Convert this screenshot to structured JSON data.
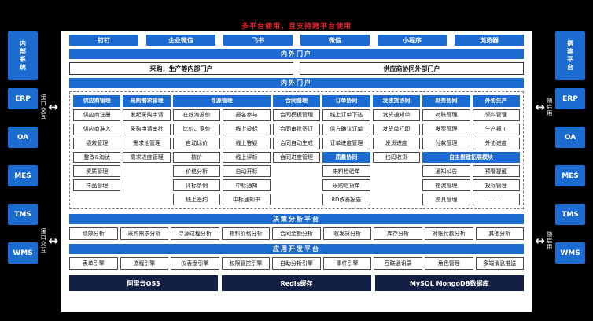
{
  "title": "多平台使用，且支持跨平台使用",
  "icons": {
    "arrow_bidirectional": "↔"
  },
  "colors": {
    "blue": "#1c6bd0",
    "infra_navy": "#131f44",
    "title_red": "#e8202a",
    "background": "#000000"
  },
  "left_panel": {
    "header": "内部系统",
    "systems": [
      "ERP",
      "OA",
      "MES",
      "TMS",
      "WMS"
    ],
    "connector_label": "接口交互"
  },
  "right_panel": {
    "header": "搭建平台",
    "systems": [
      "ERP",
      "OA",
      "MES",
      "TMS",
      "WMS"
    ],
    "connector_label": "随启用"
  },
  "channels": [
    "钉钉",
    "企业微信",
    "飞书",
    "微信",
    "小程序",
    "浏览器"
  ],
  "portal_section": {
    "top_bar": "内外门户",
    "portals": [
      "采购，生产等内部门户",
      "供应商协同外部门户"
    ],
    "bottom_bar": "内外门户"
  },
  "modules_grid": {
    "headers": [
      {
        "label": "供应商管理",
        "span": 1
      },
      {
        "label": "采购需求管理",
        "span": 1
      },
      {
        "label": "寻源管理",
        "span": 2
      },
      {
        "label": "合同管理",
        "span": 1
      },
      {
        "label": "订单协同",
        "span": 1
      },
      {
        "label": "发收货协同",
        "span": 1
      },
      {
        "label": "财务协同",
        "span": 1
      },
      {
        "label": "外协生产",
        "span": 1
      }
    ],
    "rows": [
      [
        "供应商注册",
        "发起采购申请",
        "在线询报价",
        "报名参与",
        "合同模板管理",
        "线上订单下达",
        "发货通知单",
        "对账管理",
        "领料管理"
      ],
      [
        "供应商准入",
        "采购申请审批",
        "比价、竞价",
        "线上投标",
        "合同审批签订",
        "供方确认订单",
        "发货单打印",
        "发票管理",
        "生产报工"
      ],
      [
        "绩效管理",
        "需求池管理",
        "自动比价",
        "线上答疑",
        "合同自动生成",
        "订单进度管理",
        "发货进度",
        "付款管理",
        "外协进度"
      ],
      [
        "整改&淘汰",
        "需求进度管理",
        "核价",
        "线上评标",
        "合同进度管理",
        {
          "h": "质量协同"
        },
        "扫码收货",
        {
          "h": "自主搭建拓展模块",
          "span": 2
        }
      ],
      [
        "资质管理",
        null,
        "价格分析",
        "自动开标",
        null,
        "来料检验单",
        null,
        "通知公告",
        "预警提醒"
      ],
      [
        "样品管理",
        null,
        "评标条例",
        "中标通知",
        null,
        "采购退货单",
        null,
        "物流管理",
        "投标管理"
      ],
      [
        null,
        null,
        "线上签约",
        "中标通知书",
        null,
        "8D改善报告",
        null,
        "模具管理",
        "........."
      ]
    ]
  },
  "decision_platform": {
    "bar": "决策分析平台",
    "items": [
      "绩效分析",
      "采购需求分析",
      "寻源过程分析",
      "物料价格分析",
      "合同金额分析",
      "收发货分析",
      "库存分析",
      "对账付款分析",
      "其他分析"
    ]
  },
  "app_dev_platform": {
    "bar": "应用开发平台",
    "items": [
      "表单引擎",
      "流程引擎",
      "仪表盘引擎",
      "权限管控引擎",
      "自助分析引擎",
      "事件引擎",
      "互联通讯录",
      "角色管理",
      "多端消息推送"
    ]
  },
  "infrastructure": [
    "阿里云OSS",
    "Redis缓存",
    "MySQL MongoDB数据库"
  ]
}
